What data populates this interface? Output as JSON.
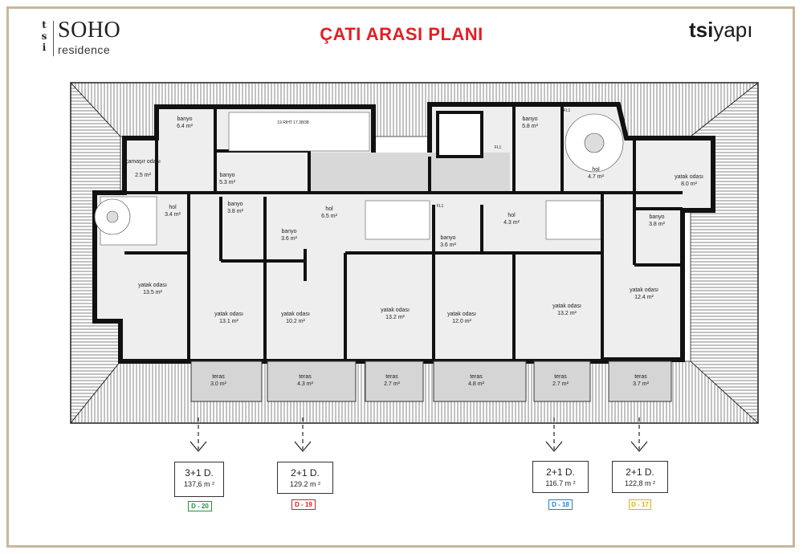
{
  "header": {
    "brand_mark": "tsi",
    "brand_name": "SOHO",
    "brand_sub": "residence",
    "title": "ÇATI ARASI PLANI",
    "logo_bold": "tsi",
    "logo_light": "yapı"
  },
  "rooms": {
    "banyo_1": "banyo",
    "banyo_1_area": "6.4 m²",
    "camasir": "çamaşır odası",
    "camasir_area": "2.5 m²",
    "banyo_2": "banyo",
    "banyo_2_area": "5.3 m²",
    "banyo_3": "banyo",
    "banyo_3_area": "3.8 m²",
    "banyo_4": "banyo",
    "banyo_4_area": "3.6 m²",
    "hol_1": "hol",
    "hol_1_area": "3.4 m²",
    "hol_2": "hol",
    "hol_2_area": "6.5 m²",
    "banyo_5": "banyo",
    "banyo_5_area": "3.6 m²",
    "hol_3": "hol",
    "hol_3_area": "4.3 m²",
    "banyo_6": "banyo",
    "banyo_6_area": "5.8 m²",
    "hol_4": "hol",
    "hol_4_area": "4.7 m²",
    "yatak_r1": "yatak odası",
    "yatak_r1_area": "8.0 m²",
    "banyo_7": "banyo",
    "banyo_7_area": "3.8 m²",
    "yatak_1": "yatak odası",
    "yatak_1_area": "13.5 m²",
    "yatak_2": "yatak odası",
    "yatak_2_area": "13.1 m²",
    "yatak_3": "yatak odası",
    "yatak_3_area": "10.2 m²",
    "yatak_4": "yatak odası",
    "yatak_4_area": "13.2 m²",
    "yatak_5": "yatak odası",
    "yatak_5_area": "12.0 m²",
    "yatak_6": "yatak odası",
    "yatak_6_area": "13.2 m²",
    "yatak_7": "yatak odası",
    "yatak_7_area": "12.4 m²",
    "teras_1": "teras",
    "teras_1_area": "3.0 m²",
    "teras_2": "teras",
    "teras_2_area": "4.3 m²",
    "teras_3": "teras",
    "teras_3_area": "2.7 m²",
    "teras_4": "teras",
    "teras_4_area": "4.8 m²",
    "teras_5": "teras",
    "teras_5_area": "2.7 m²",
    "teras_6": "teras",
    "teras_6_area": "3.7 m²",
    "stair_note": "19 RIHT 17.38/38",
    "fl1": "FL1",
    "fl2": "FL1",
    "fl3": "FL1"
  },
  "units": [
    {
      "type": "3+1 D.",
      "area": "137,6 m ²",
      "tag": "D - 20",
      "color": "#2e8b3a"
    },
    {
      "type": "2+1 D.",
      "area": "129.2 m ²",
      "tag": "D - 19",
      "color": "#c0282d"
    },
    {
      "type": "2+1 D.",
      "area": "116.7 m ²",
      "tag": "D - 18",
      "color": "#2a7fc1"
    },
    {
      "type": "2+1 D.",
      "area": "122,8 m ²",
      "tag": "D - 17",
      "color": "#d7b51a"
    }
  ]
}
